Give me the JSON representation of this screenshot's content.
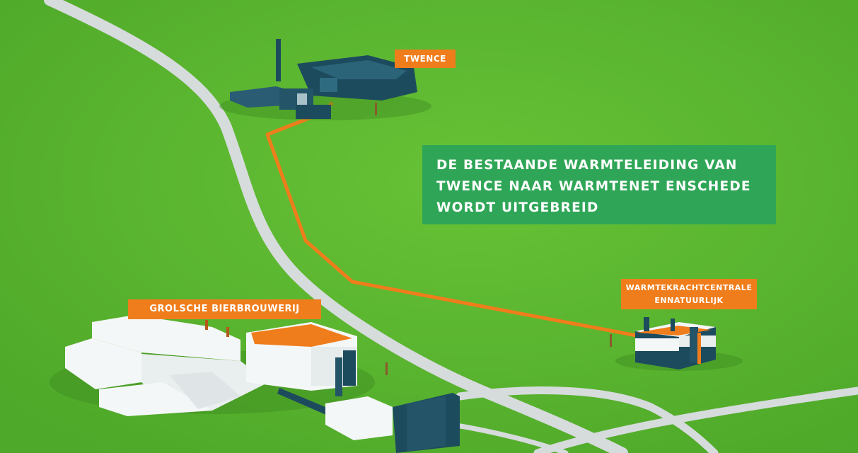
{
  "labels": {
    "twence": "TWENCE",
    "grolsch": "GROLSCHE BIERBROUWERIJ",
    "wkc_line1": "WARMTEKRACHTCENTRALE",
    "wkc_line2": "ENNATUURLIJK"
  },
  "info": {
    "line1": "DE BESTAANDE WARMTELEIDING VAN",
    "line2": "TWENCE NAAR WARMTENET ENSCHEDE",
    "line3": "WORDT UITGEBREID"
  },
  "colors": {
    "grass": "#5cb82f",
    "road": "#d6dbdc",
    "pipeline": "#f07d1b",
    "label_bg": "#f07d1b",
    "info_bg": "#2fa657",
    "building_dark": "#1d4b5e",
    "building_white": "#f4f7f7"
  }
}
